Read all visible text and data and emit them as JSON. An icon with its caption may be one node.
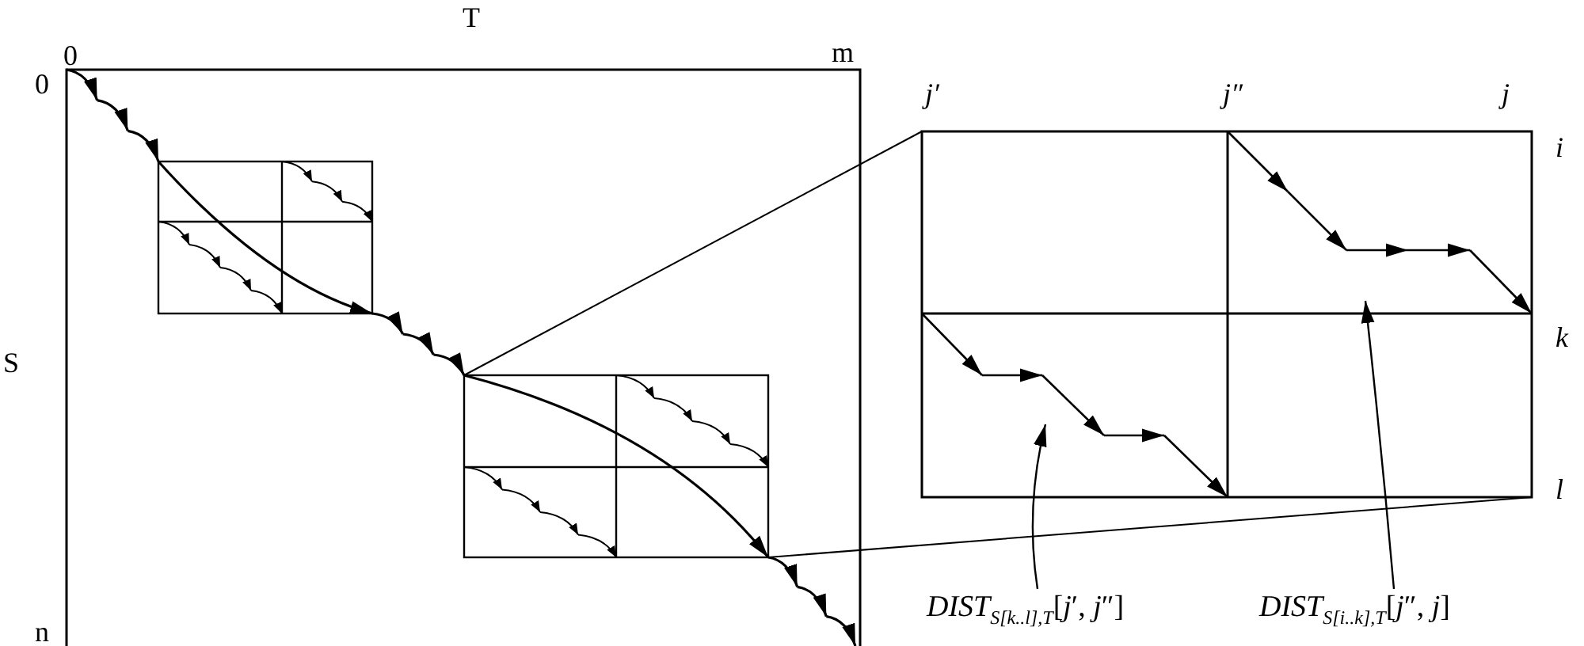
{
  "diagram": {
    "nodes": [
      {
        "text": [
          "*DIST*$_{S[k..l],T}$[*j*′, *j*″]"
        ]
      },
      {
        "text": [
          "*DIST*$_{S[i..k],T}$[*j*″, *j*]"
        ]
      },
      {
        "text": [],
        "shape": "path"
      },
      {
        "text": [],
        "shape": "path"
      }
    ],
    "edges": [
      {
        "from": 0,
        "to": 2,
        "arrow": "to"
      },
      {
        "from": 1,
        "to": 3,
        "arrow": "to"
      }
    ],
    "labels": [
      "T",
      "0",
      "m",
      "0",
      "S",
      "n",
      "j′",
      "j″",
      "j",
      "i",
      "k",
      "l"
    ]
  }
}
